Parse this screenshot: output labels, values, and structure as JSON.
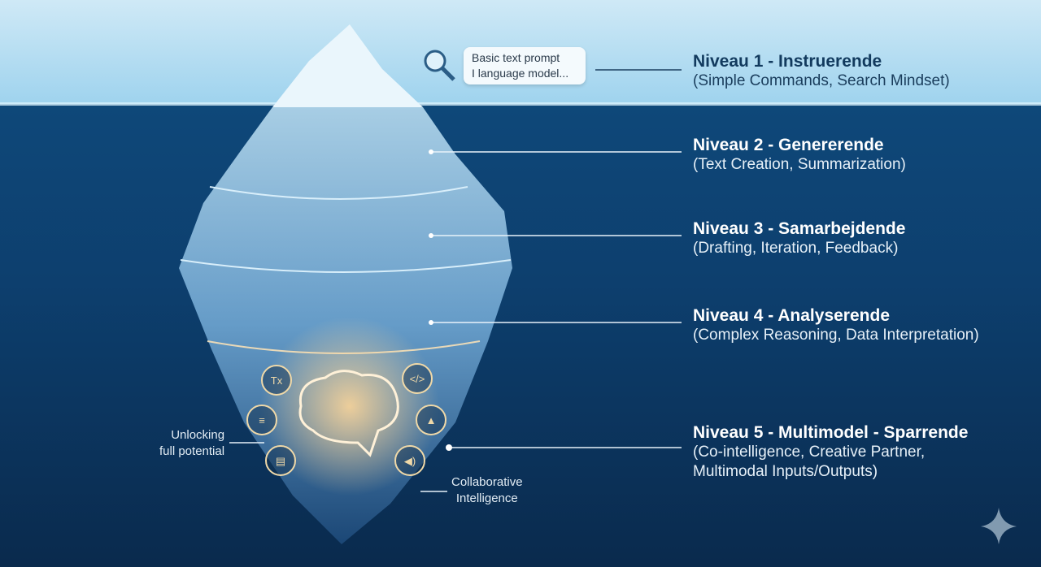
{
  "bubble": {
    "line1": "Basic text prompt",
    "line2": "I language model..."
  },
  "levels": [
    {
      "title": "Niveau 1 - Instruerende",
      "sub": "(Simple Commands, Search Mindset)"
    },
    {
      "title": "Niveau 2 - Genererende",
      "sub": "(Text Creation, Summarization)"
    },
    {
      "title": "Niveau 3 - Samarbejdende",
      "sub": "(Drafting, Iteration, Feedback)"
    },
    {
      "title": "Niveau 4 - Analyserende",
      "sub": "(Complex Reasoning, Data Interpretation)"
    },
    {
      "title": "Niveau 5 - Multimodel - Sparrende",
      "sub": "(Co-intelligence, Creative Partner,",
      "sub2": "Multimodal Inputs/Outputs)"
    }
  ],
  "side_left": {
    "line1": "Unlocking",
    "line2": "full potential"
  },
  "side_right": {
    "line1": "Collaborative",
    "line2": "Intelligence"
  },
  "icons": [
    "text-format-icon",
    "code-icon",
    "text-block-icon",
    "image-icon",
    "document-icon",
    "speaker-icon",
    "brain-icon",
    "search-icon",
    "sparkle-icon"
  ],
  "colors": {
    "water": "#0d3f6e",
    "sky": "#cfe9f6",
    "glow": "#f5c57a"
  }
}
